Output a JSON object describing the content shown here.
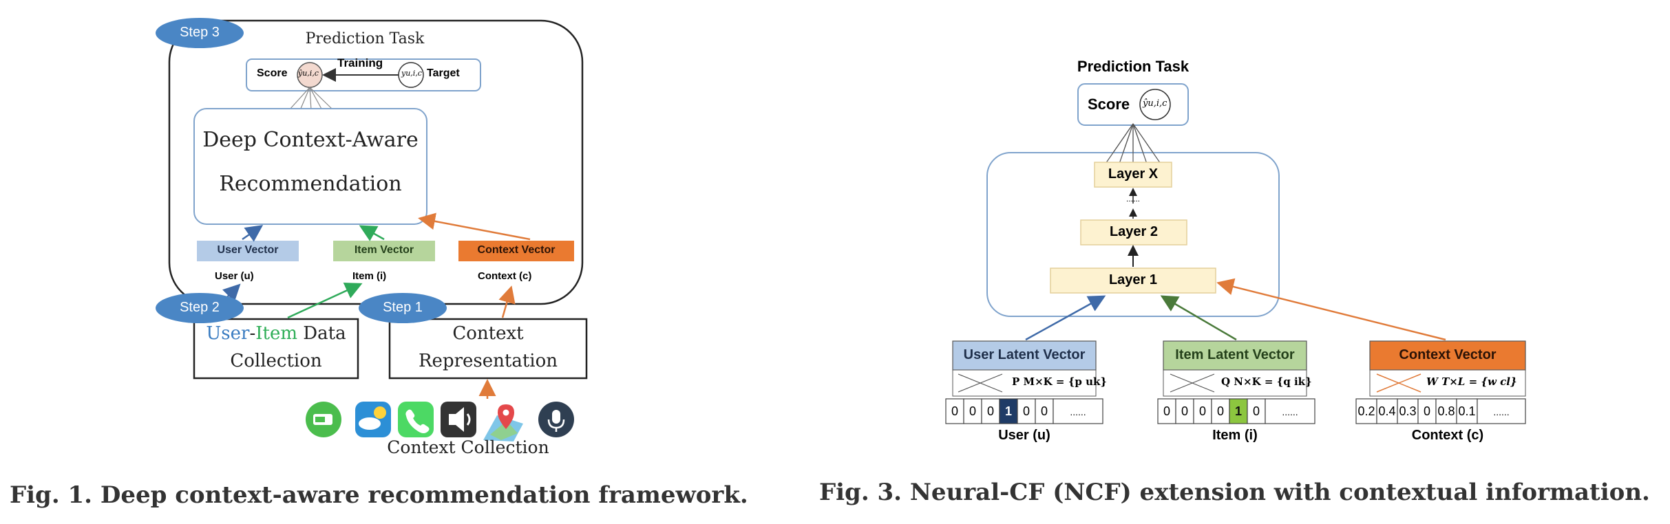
{
  "fig1": {
    "caption": "Fig. 1. Deep context-aware recommendation framework.",
    "steps": [
      "Step 3",
      "Step 2",
      "Step 1"
    ],
    "prediction_title": "Prediction Task",
    "score_label": "Score",
    "training_label": "Training",
    "target_label": "Target",
    "yhat": "ŷu,i,c",
    "y": "yu,i,c",
    "deep_line1": "Deep Context-Aware",
    "deep_line2": "Recommendation",
    "user_vector": "User Vector",
    "item_vector": "Item Vector",
    "context_vector": "Context Vector",
    "user_in": "User (u)",
    "item_in": "Item (i)",
    "context_in": "Context (c)",
    "uic_user": "User",
    "uic_dash": "-",
    "uic_item": "Item",
    "uic_data": " Data",
    "uic_collection": "Collection",
    "ctx_rep_line1": "Context",
    "ctx_rep_line2": "Representation",
    "context_collection": "Context Collection",
    "app_icons": [
      "battery-icon",
      "weather-icon",
      "phone-icon",
      "sound-icon",
      "location-icon",
      "microphone-icon"
    ]
  },
  "fig3": {
    "caption": "Fig. 3. Neural-CF (NCF) extension with contextual information.",
    "prediction_title": "Prediction Task",
    "score_label": "Score",
    "yhat": "ŷu,i,c",
    "layers": [
      "Layer X",
      "Layer 2",
      "Layer 1"
    ],
    "dots": "......",
    "user_latent": "User Latent Vector",
    "item_latent": "Item Latent Vector",
    "context_vector": "Context Vector",
    "user_matrix": "P M×K = {p uk}",
    "item_matrix": "Q N×K = {q ik}",
    "context_matrix": "W T×L = {w cl}",
    "user_cells": [
      "0",
      "0",
      "0",
      "1",
      "0",
      "0",
      "......"
    ],
    "item_cells": [
      "0",
      "0",
      "0",
      "0",
      "1",
      "0",
      "......"
    ],
    "context_cells": [
      "0.2",
      "0.4",
      "0.3",
      "0",
      "0.8",
      "0.1",
      "......"
    ],
    "user_in": "User (u)",
    "item_in": "Item (i)",
    "context_in": "Context (c)"
  },
  "colors": {
    "step_blue": "#4a86c5",
    "user_blue": "#b4cbe7",
    "item_green": "#b6d59c",
    "context_orange": "#ea7a30",
    "layer_yellow": "#fdf2d0",
    "frame_blue": "#7fa3cc",
    "user_arrow": "#3f6aa8",
    "item_arrow": "#2faa5a",
    "context_arrow": "#e07b3a",
    "active_user_cell": "#1f3b66",
    "active_item_cell": "#8cc63f"
  }
}
